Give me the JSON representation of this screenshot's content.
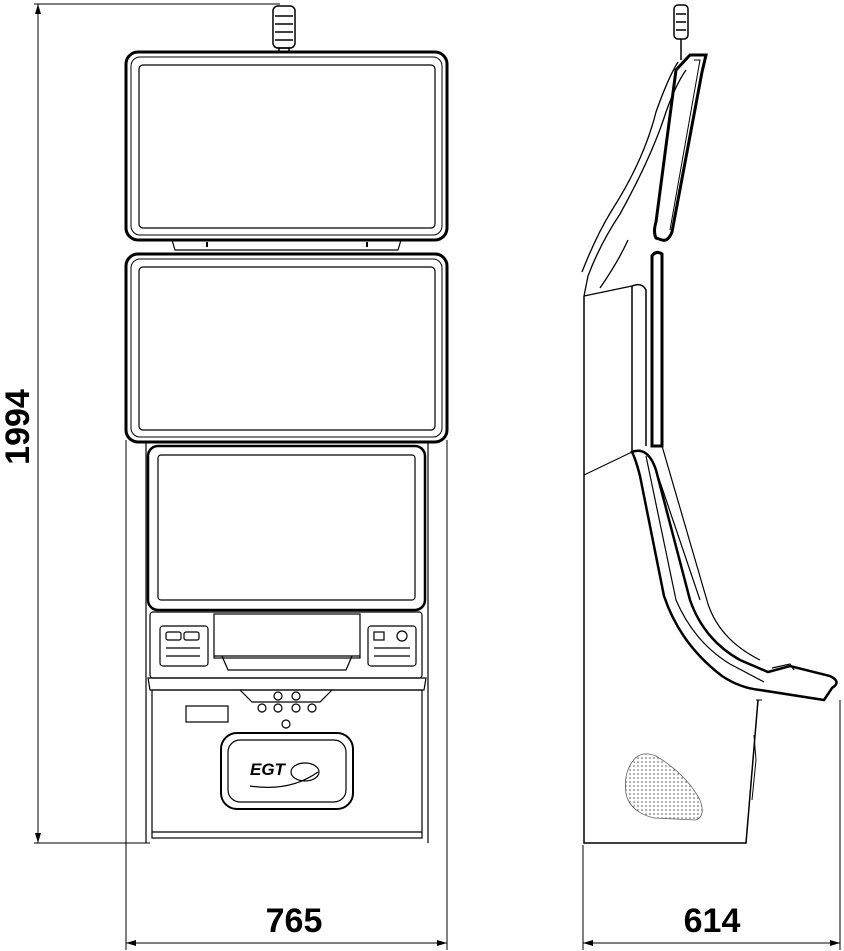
{
  "dimensions": {
    "height": "1994",
    "width": "765",
    "depth": "614"
  },
  "logo": {
    "text": "EGT"
  },
  "colors": {
    "line": "#000000",
    "background": "#ffffff",
    "speaker_dots": "#555555"
  },
  "icons": {
    "signal_light": "tower-light-icon",
    "speaker": "speaker-grille-icon",
    "buttons": "round-button-icon"
  }
}
